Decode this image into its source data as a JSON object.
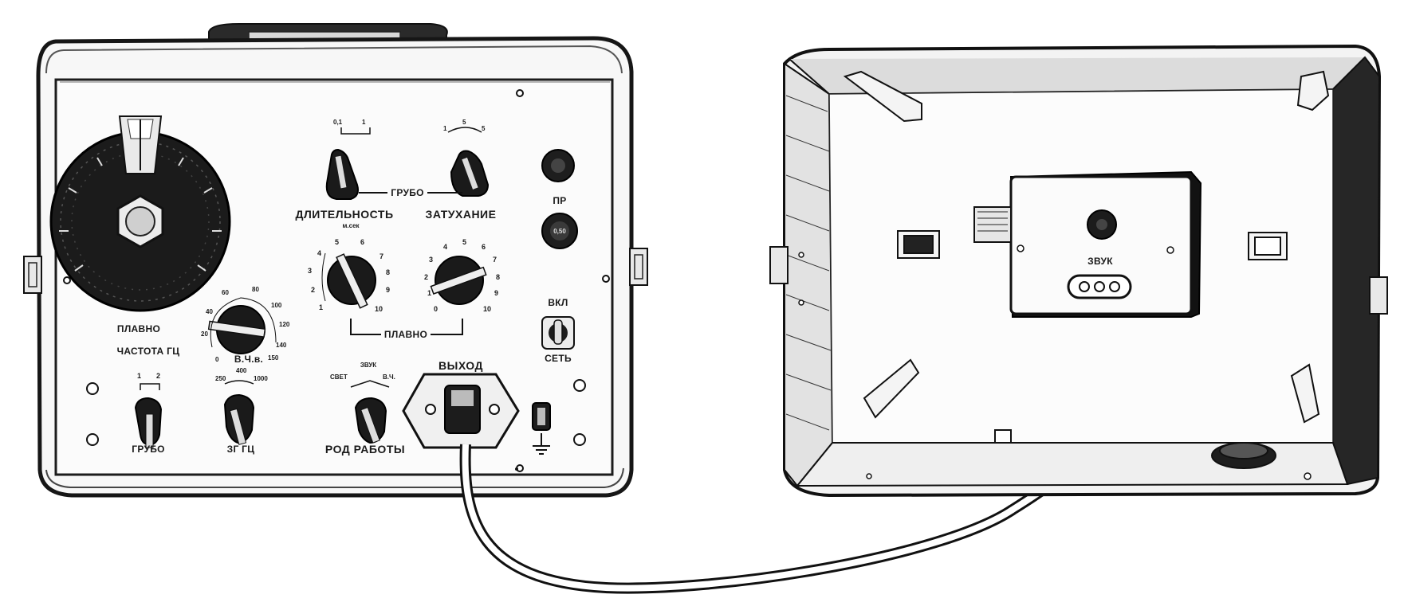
{
  "generator": {
    "freq_dial": {
      "label_top": "ПЛАВНО",
      "label_bottom": "ЧАСТОТА ГЦ"
    },
    "freq_coarse": {
      "ticks": [
        "1",
        "2"
      ],
      "label": "ГРУБО"
    },
    "multiplier": {
      "ticks": [
        "250",
        "400",
        "1000"
      ],
      "label": "ЗГ ГЦ"
    },
    "hf_knob": {
      "ticks": [
        "0",
        "20",
        "40",
        "60",
        "80",
        "100",
        "120",
        "140",
        "150"
      ],
      "label": "В.Ч.в."
    },
    "duration_coarse": {
      "ticks": [
        "0,1",
        "1"
      ]
    },
    "damping_coarse": {
      "ticks": [
        "1",
        "5",
        "5"
      ]
    },
    "coarse_label": "ГРУБО",
    "duration_label": "ДЛИТЕЛЬНОСТЬ",
    "duration_unit": "м.сек",
    "damping_label": "ЗАТУХАНИЕ",
    "duration_fine": {
      "ticks": [
        "1",
        "2",
        "3",
        "4",
        "5",
        "6",
        "7",
        "8",
        "9",
        "10"
      ]
    },
    "damping_fine": {
      "ticks": [
        "0",
        "1",
        "2",
        "3",
        "4",
        "5",
        "6",
        "7",
        "8",
        "9",
        "10"
      ]
    },
    "fine_label": "ПЛАВНО",
    "mode": {
      "label_top": "ЗВУК",
      "left": "СВЕТ",
      "right": "В.Ч.",
      "label": "РОД РАБОТЫ"
    },
    "output_label": "ВЫХОД",
    "fuse_label": "ПР",
    "fuse_rating": "0,50",
    "power": {
      "label_top": "ВКЛ",
      "label_bottom": "СЕТЬ"
    }
  },
  "lid": {
    "sound_label": "ЗВУК"
  }
}
